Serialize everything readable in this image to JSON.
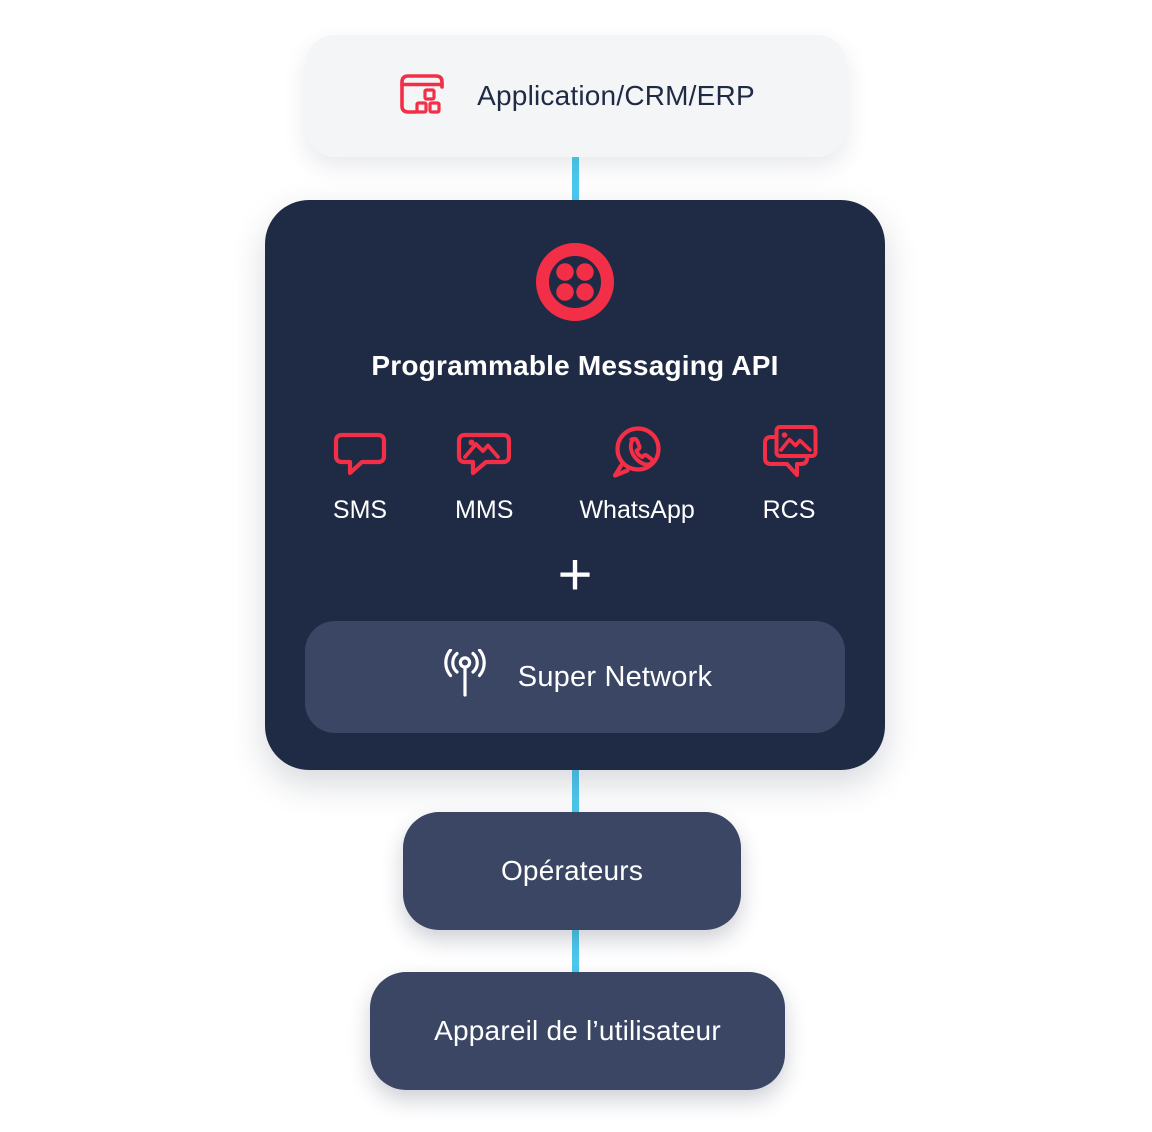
{
  "colors": {
    "red": "#F22F46",
    "dark_navy": "#1F2A44",
    "medium_navy": "#3A4663",
    "light_gray": "#F4F5F7",
    "cyan": "#4CC9EE",
    "white": "#FFFFFF"
  },
  "app_box": {
    "icon": "app-window-icon",
    "label": "Application/CRM/ERP"
  },
  "main_box": {
    "logo_icon": "twilio-logo-icon",
    "title": "Programmable Messaging API",
    "channels": [
      {
        "icon": "sms-chat-icon",
        "label": "SMS"
      },
      {
        "icon": "mms-image-chat-icon",
        "label": "MMS"
      },
      {
        "icon": "whatsapp-icon",
        "label": "WhatsApp"
      },
      {
        "icon": "rcs-rich-chat-icon",
        "label": "RCS"
      }
    ],
    "plus_label": "+",
    "super_network": {
      "icon": "broadcast-antenna-icon",
      "label": "Super Network"
    }
  },
  "operators_box": {
    "label": "Opérateurs"
  },
  "device_box": {
    "label": "Appareil de l’utilisateur"
  }
}
